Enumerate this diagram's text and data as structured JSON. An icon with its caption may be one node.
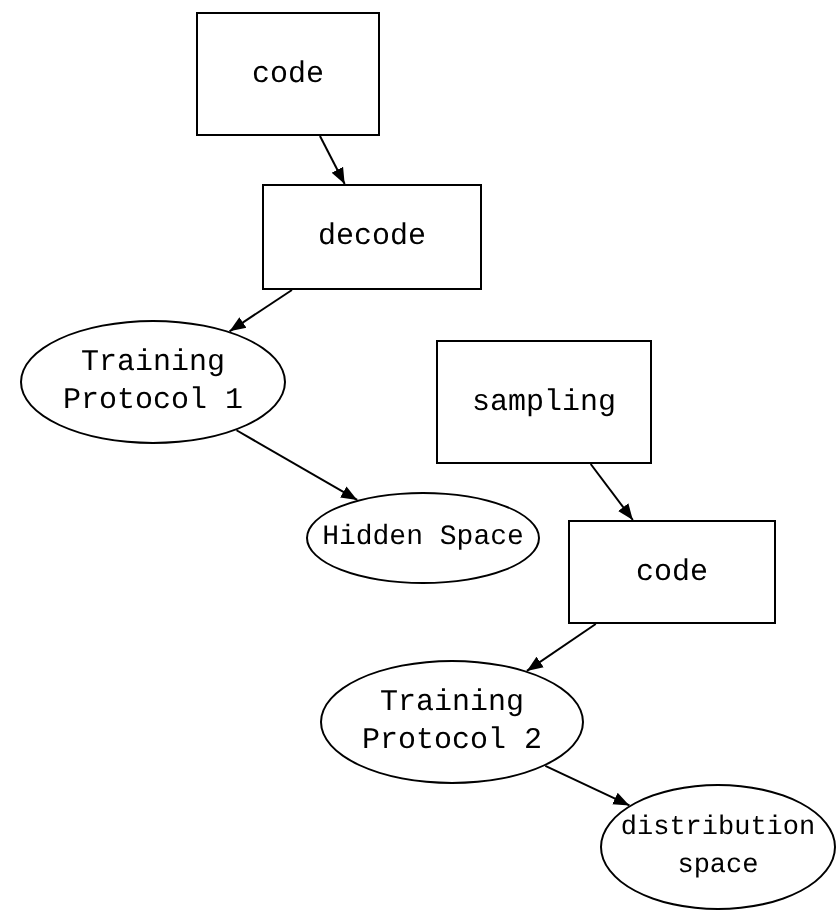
{
  "diagram": {
    "nodes": [
      {
        "text": [
          "code"
        ]
      },
      {
        "text": [
          "decode"
        ]
      },
      {
        "text": [
          "Training Protocol 1"
        ]
      },
      {
        "text": [
          "sampling"
        ]
      },
      {
        "text": [
          "Hidden Space"
        ]
      },
      {
        "text": [
          "code"
        ]
      },
      {
        "text": [
          "Training Protocol 2"
        ]
      },
      {
        "text": [
          "distribution space"
        ]
      }
    ],
    "edges": [
      {
        "from": 0,
        "to": 1,
        "arrow": "to"
      },
      {
        "from": 1,
        "to": 2,
        "arrow": "to"
      },
      {
        "from": 2,
        "to": 4,
        "arrow": "to"
      },
      {
        "from": 3,
        "to": 5,
        "arrow": "to"
      },
      {
        "from": 5,
        "to": 6,
        "arrow": "to"
      },
      {
        "from": 6,
        "to": 7,
        "arrow": "to"
      }
    ]
  }
}
